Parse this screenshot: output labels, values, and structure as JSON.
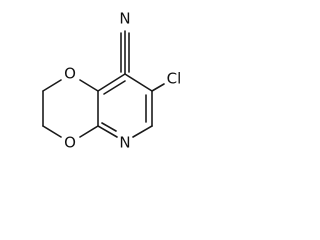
{
  "molecule": {
    "atoms": {
      "nitrile_n": "N",
      "chlorine": "Cl",
      "ring_o_upper": "O",
      "ring_o_lower": "O",
      "pyridine_n": "N"
    }
  },
  "colors": {
    "bond": "#1a1a1a",
    "label": "#111111",
    "background": "#ffffff"
  }
}
